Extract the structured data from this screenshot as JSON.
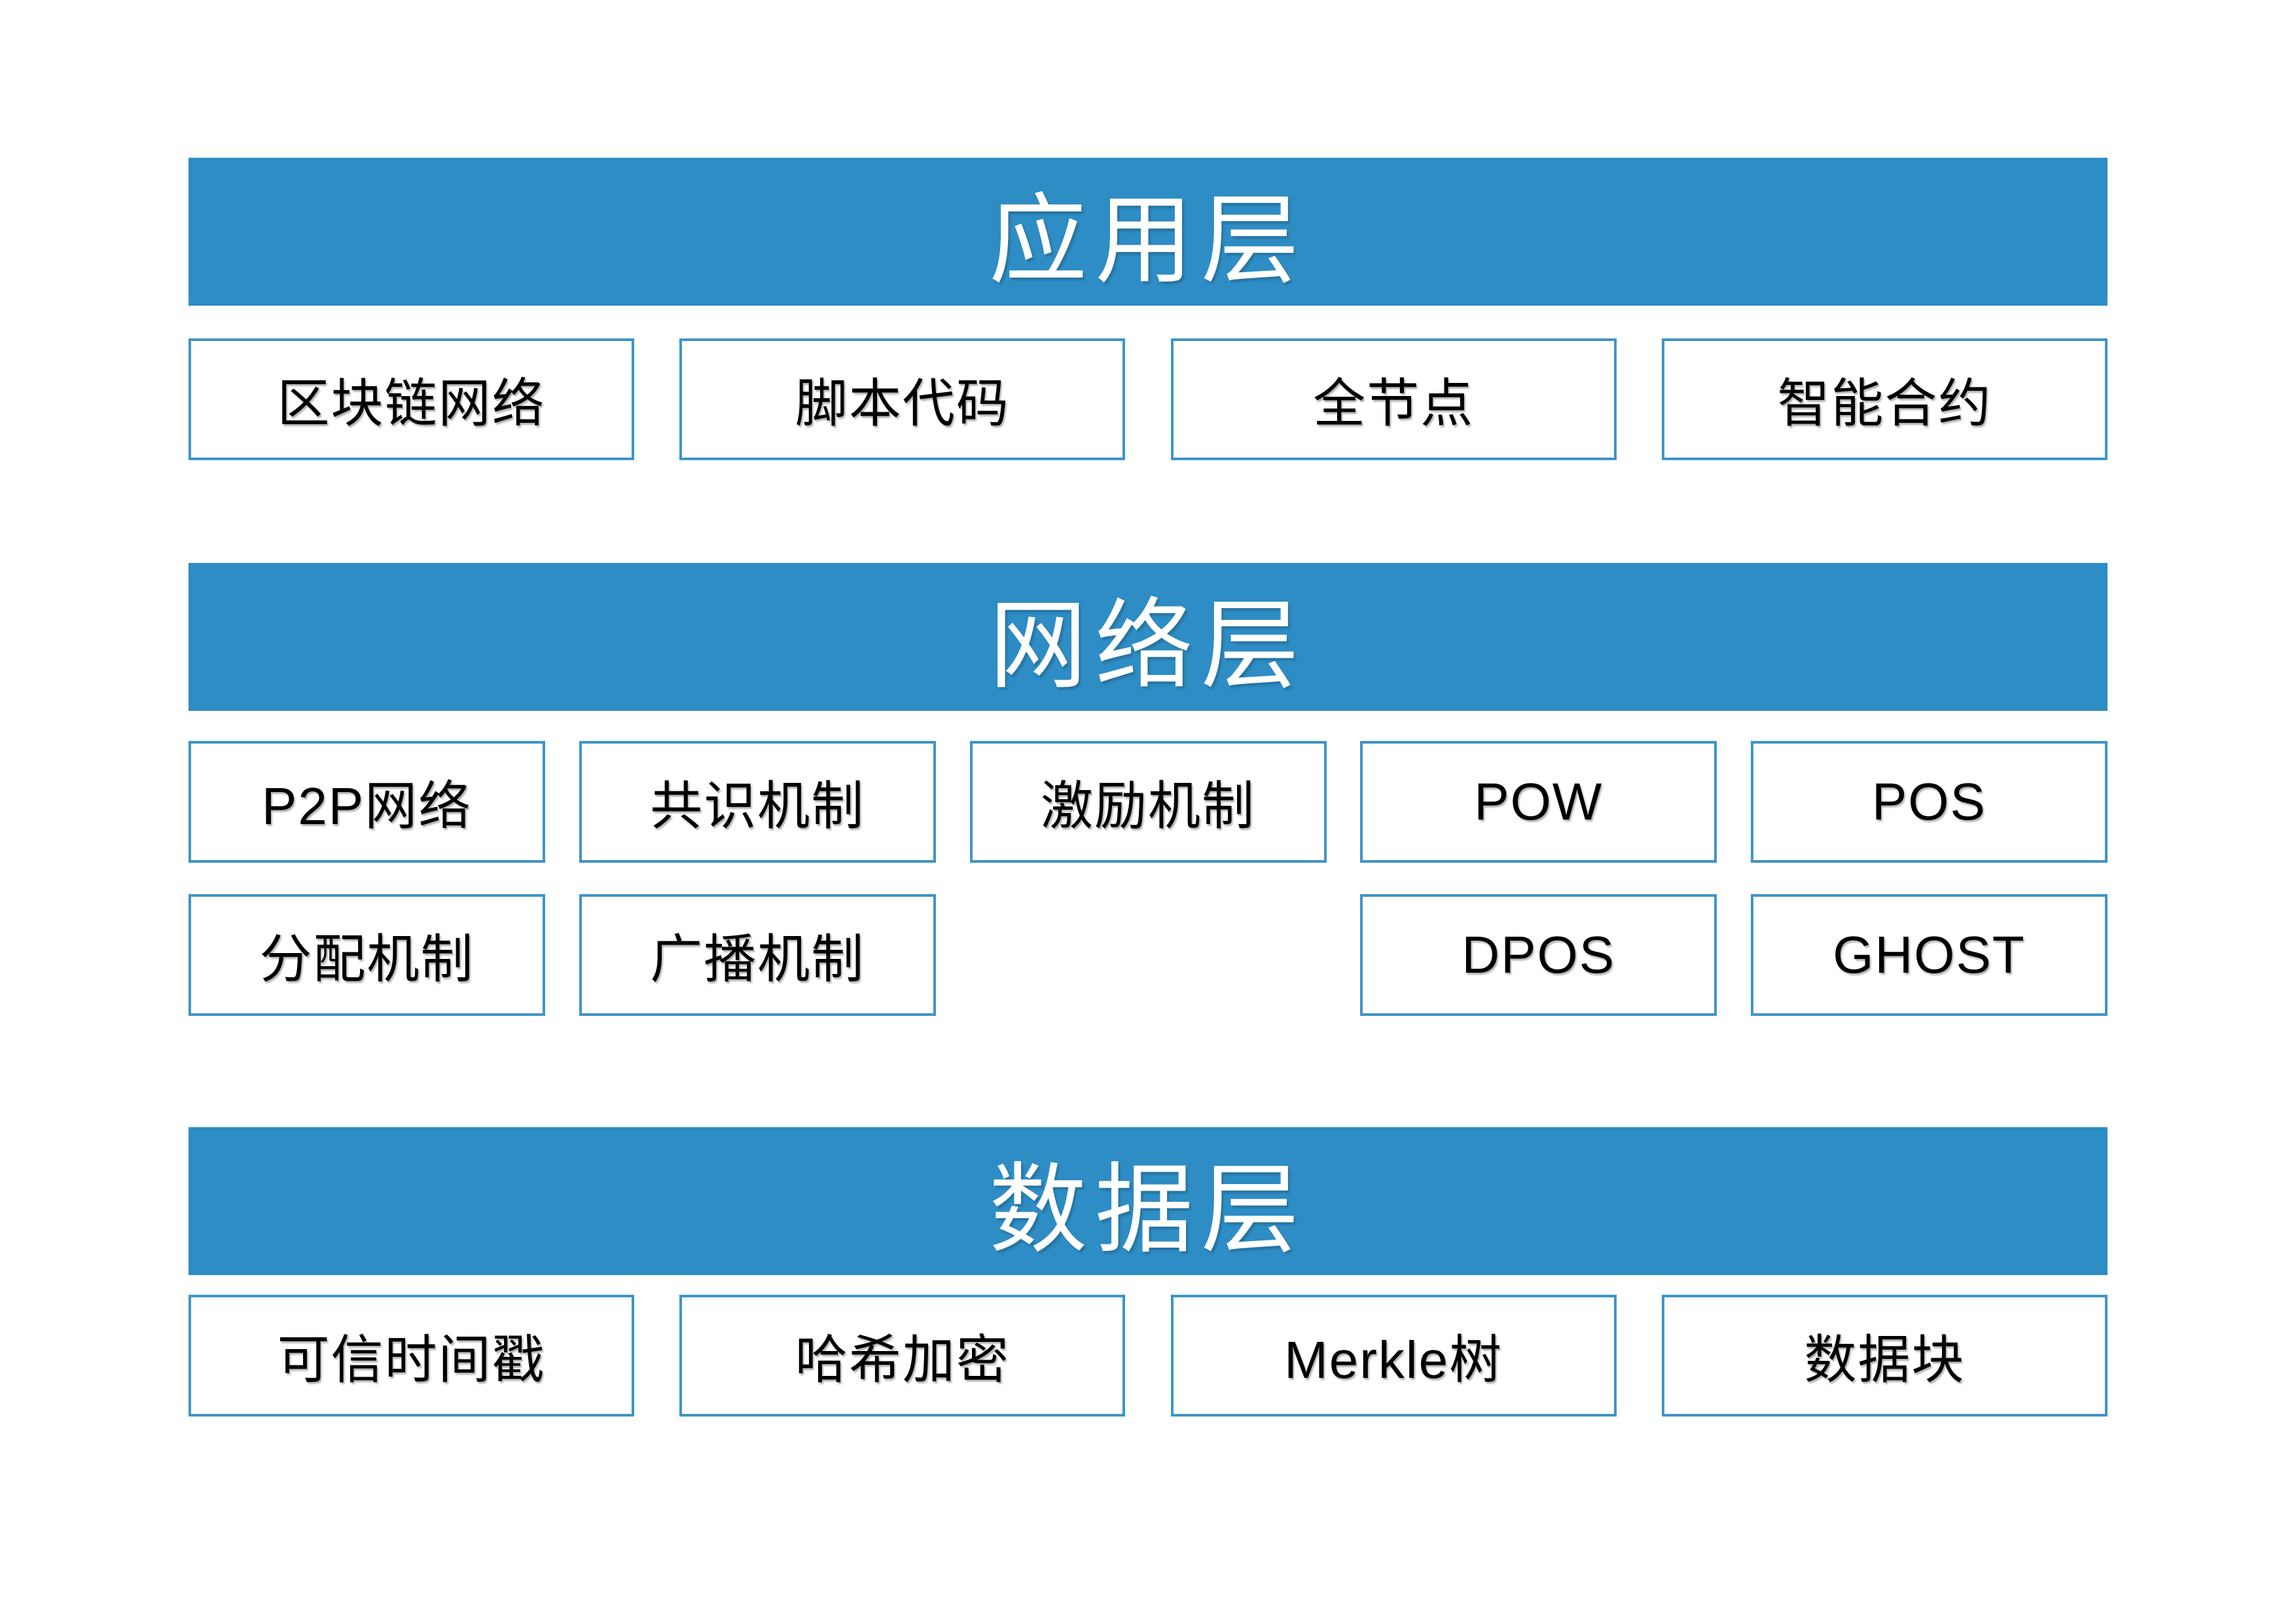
{
  "colors": {
    "band_bg": "#2e8dc4",
    "box_border": "#3f94c8",
    "band_text": "#ffffff",
    "box_text": "#000000",
    "page_bg": "#ffffff"
  },
  "layers": [
    {
      "title": "应用层",
      "rows": [
        [
          "区块链网络",
          "脚本代码",
          "全节点",
          "智能合约"
        ]
      ]
    },
    {
      "title": "网络层",
      "rows": [
        [
          "P2P网络",
          "共识机制",
          "激励机制",
          "POW",
          "POS"
        ],
        [
          "分配机制",
          "广播机制",
          "",
          "DPOS",
          "GHOST"
        ]
      ]
    },
    {
      "title": "数据层",
      "rows": [
        [
          "可信时间戳",
          "哈希加密",
          "Merkle树",
          "数据块"
        ]
      ]
    }
  ]
}
